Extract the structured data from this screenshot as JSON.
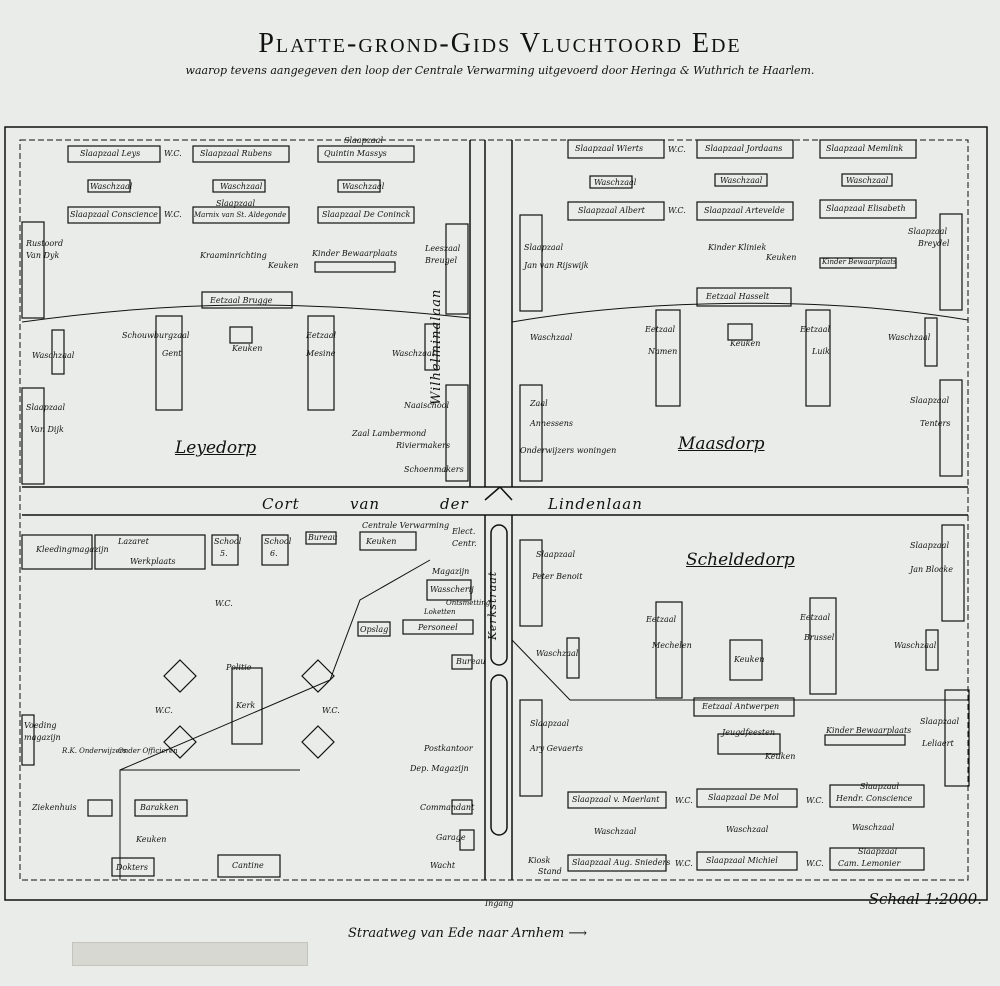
{
  "title": "Platte-grond-Gids  Vluchtoord Ede",
  "subtitle": "waarop tevens aangegeven den loop der Centrale Verwarming uitgevoerd door Heringa & Wuthrich te Haarlem.",
  "scale": "Schaal 1:2000.",
  "bottom_road": "Straatweg van Ede naar Arnhem",
  "bottom_arrow": "⟶",
  "districts": {
    "leyedorp": "Leyedorp",
    "maasdorp": "Maasdorp",
    "scheldedorp": "Scheldedorp"
  },
  "roads": {
    "cort1": "Cort",
    "cort2": "van",
    "cort3": "der",
    "cort4": "Lindenlaan",
    "wilhelmina": "Wilhelminalaan",
    "kerkstraat": "Kerkstraat",
    "ingang": "Ingang"
  },
  "labels": {
    "ley_leys": "Slaapzaal Leys",
    "ley_rubens": "Slaapzaal Rubens",
    "ley_quintin_a": "Slaapzaal",
    "ley_quintin_b": "Quintin Massys",
    "ley_wasch1": "Waschzaal",
    "ley_wasch2": "Waschzaal",
    "ley_wasch3": "Waschzaal",
    "ley_conscience": "Slaapzaal Conscience",
    "ley_marnix_a": "Slaapzaal",
    "ley_marnix_b": "Marnix van St. Aldegonde",
    "ley_deconinck": "Slaapzaal De Coninck",
    "ley_rustoord_a": "Rustoord",
    "ley_rustoord_b": "Van Dyk",
    "ley_kraam": "Kraaminrichting",
    "ley_keuken_a": "Keuken",
    "ley_kinder": "Kinder Bewaarplaats",
    "ley_lees_a": "Leeszaal",
    "ley_lees_b": "Breugel",
    "ley_brugge": "Eetzaal Brugge",
    "ley_schouw": "Schouwburgzaal",
    "ley_gent": "Gent",
    "ley_keuken_b": "Keuken",
    "ley_eet_a": "Eetzaal",
    "ley_eet_b": "Mesine",
    "ley_wasch4": "Waschzaal",
    "ley_wasch5": "Waschzaal",
    "ley_vandijk_a": "Slaapzaal",
    "ley_vandijk_b": "Van Dijk",
    "ley_naai": "Naaischool",
    "ley_lambermond": "Zaal Lambermond",
    "ley_riviermakers": "Riviermakers",
    "ley_schoenmakers": "Schoenmakers",
    "maas_wierts": "Slaapzaal Wierts",
    "maas_jordaans": "Slaapzaal Jordaans",
    "maas_memlink": "Slaapzaal Memlink",
    "maas_wasch1": "Waschzaal",
    "maas_wasch2": "Waschzaal",
    "maas_wasch3": "Waschzaal",
    "maas_albert": "Slaapzaal Albert",
    "maas_artevelde": "Slaapzaal Artevelde",
    "maas_elisabeth": "Slaapzaal Elisabeth",
    "maas_rijswijk_a": "Slaapzaal",
    "maas_rijswijk_b": "Jan van Rijswijk",
    "maas_kliniek": "Kinder Kliniek",
    "maas_keuken_a": "Keuken",
    "maas_kinder": "Kinder Bewaarplaats",
    "maas_breydel_a": "Slaapzaal",
    "maas_breydel_b": "Breydel",
    "maas_hasselt": "Eetzaal Hasselt",
    "maas_wasch4": "Waschzaal",
    "maas_eet1_a": "Eetzaal",
    "maas_eet1_b": "Namen",
    "maas_keuken_b": "Keuken",
    "maas_eet2_a": "Eetzaal",
    "maas_eet2_b": "Luik",
    "maas_wasch5": "Waschzaal",
    "maas_annees_a": "Zaal",
    "maas_annees_b": "Annessens",
    "maas_onderwijzers": "Onderwijzers woningen",
    "maas_tenters_a": "Slaapzaal",
    "maas_tenters_b": "Tenters",
    "sw_kleeding": "Kleedingmagazijn",
    "sw_lazaret": "Lazaret",
    "sw_werkplaats": "Werkplaats",
    "sw_school5_a": "School",
    "sw_school5_b": "5.",
    "sw_school6_a": "School",
    "sw_school6_b": "6.",
    "sw_bureau": "Bureau",
    "sw_centrale": "Centrale Verwarming",
    "sw_keuken": "Keuken",
    "sw_elec_a": "Elect.",
    "sw_elec_b": "Centr.",
    "sw_magazijn": "Magazijn",
    "sw_wasscherij": "Wasscherij",
    "sw_ontsm": "Ontsmetting",
    "sw_loket": "Loketten",
    "sw_opslag": "Opslag",
    "sw_personeel": "Personeel",
    "sw_wc": "W.C.",
    "sw_bureau2": "Bureau",
    "sw_politie": "Politie",
    "sw_kerk": "Kerk",
    "sw_voeding_a": "Voeding",
    "sw_voeding_b": "magazijn",
    "sw_rk": "R.K. Onderwijzers",
    "sw_onder": "Onder Officieren",
    "sw_post": "Postkantoor",
    "sw_dep": "Dep. Magazijn",
    "sw_ziekenhuis": "Ziekenhuis",
    "sw_barakken": "Barakken",
    "sw_keuken2": "Keuken",
    "sw_dokters": "Dokters",
    "sw_cantine": "Cantine",
    "sw_commandant": "Commandant",
    "sw_garage": "Garage",
    "sw_wacht": "Wacht",
    "sch_benoit_a": "Slaapzaal",
    "sch_benoit_b": "Peter Benoit",
    "sch_blocke_a": "Slaapzaal",
    "sch_blocke_b": "Jan Blocke",
    "sch_wasch1": "Waschzaal",
    "sch_eet1_a": "Eetzaal",
    "sch_eet1_b": "Mechelen",
    "sch_keuken": "Keuken",
    "sch_eet2_a": "Eetzaal",
    "sch_eet2_b": "Brussel",
    "sch_wasch2": "Waschzaal",
    "sch_antwerpen": "Eetzaal Antwerpen",
    "sch_gevaerts_a": "Slaapzaal",
    "sch_gevaerts_b": "Ary Gevaerts",
    "sch_jeugd": "Jeugdfeesten",
    "sch_keuken2": "Keuken",
    "sch_kinder": "Kinder Bewaarplaats",
    "sch_leliaert_a": "Slaapzaal",
    "sch_leliaert_b": "Leliaert",
    "sch_maerlant": "Slaapzaal v. Maerlant",
    "sch_demol": "Slaapzaal De Mol",
    "sch_hendr_a": "Slaapzaal",
    "sch_hendr_b": "Hendr. Conscience",
    "sch_wasch3": "Waschzaal",
    "sch_wasch4": "Waschzaal",
    "sch_wasch5": "Waschzaal",
    "sch_snieders": "Slaapzaal Aug. Snieders",
    "sch_michiel": "Slaapzaal Michiel",
    "sch_lemonier_a": "Slaapzaal",
    "sch_lemonier_b": "Cam. Lemonier",
    "sch_stand": "Stand",
    "sch_kiosk": "Kiosk"
  },
  "wc": "W.C.",
  "colors": {
    "paper": "#e9ece9",
    "ink": "#111111",
    "tape": "#d8d8d3"
  }
}
